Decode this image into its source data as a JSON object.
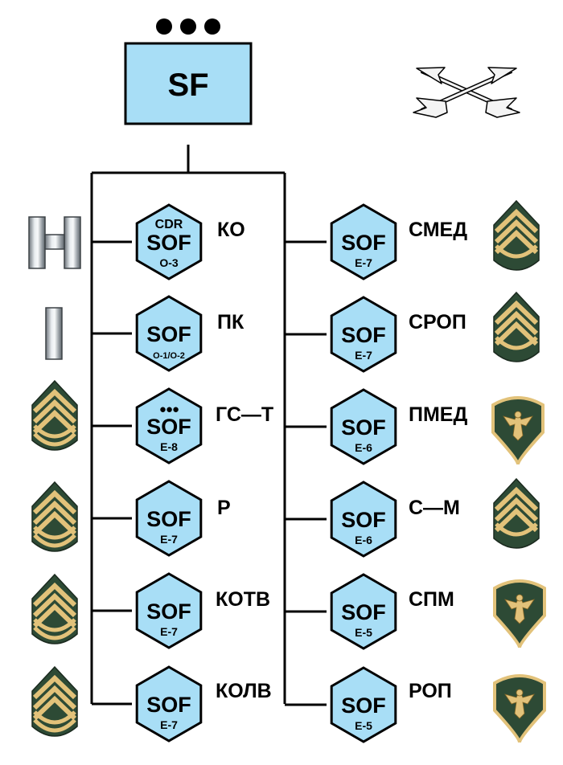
{
  "headquarters": {
    "label": "SF",
    "dots": 3,
    "fill": "#a8def6",
    "stroke": "#000000"
  },
  "branch_insignia": {
    "icon": "crossed-arrows-icon"
  },
  "colors": {
    "hex_fill": "#a8def6",
    "line": "#000000",
    "chevron_gold": "#e2c27a",
    "chevron_green": "#2d4a35",
    "silver": "#aeb4ba"
  },
  "left_column": [
    {
      "top": "CDR",
      "code": "SOF",
      "grade": "O-3",
      "role": "КО",
      "insignia": "captain-bars-icon"
    },
    {
      "top": "",
      "code": "SOF",
      "grade": "O-1/O-2",
      "role": "ПК",
      "insignia": "lieutenant-bar-icon"
    },
    {
      "top": "●●●",
      "code": "SOF",
      "grade": "E-8",
      "role": "ГС—Т",
      "insignia": "master-sergeant-chevron-icon"
    },
    {
      "top": "",
      "code": "SOF",
      "grade": "E-7",
      "role": "Р",
      "insignia": "sergeant-first-class-chevron-icon"
    },
    {
      "top": "",
      "code": "SOF",
      "grade": "E-7",
      "role": "КОТВ",
      "insignia": "sergeant-first-class-chevron-icon"
    },
    {
      "top": "",
      "code": "SOF",
      "grade": "E-7",
      "role": "КОЛВ",
      "insignia": "sergeant-first-class-chevron-icon"
    }
  ],
  "right_column": [
    {
      "code": "SOF",
      "grade": "E-7",
      "role": "СМЕД",
      "insignia": "sergeant-first-class-chevron-icon"
    },
    {
      "code": "SOF",
      "grade": "E-7",
      "role": "СРОП",
      "insignia": "sergeant-first-class-chevron-icon"
    },
    {
      "code": "SOF",
      "grade": "E-6",
      "role": "ПМЕД",
      "insignia": "specialist-eagle-icon"
    },
    {
      "code": "SOF",
      "grade": "E-6",
      "role": "С—М",
      "insignia": "staff-sergeant-chevron-icon"
    },
    {
      "code": "SOF",
      "grade": "E-5",
      "role": "СПМ",
      "insignia": "specialist-eagle-icon"
    },
    {
      "code": "SOF",
      "grade": "E-5",
      "role": "РОП",
      "insignia": "specialist-eagle-icon"
    }
  ]
}
